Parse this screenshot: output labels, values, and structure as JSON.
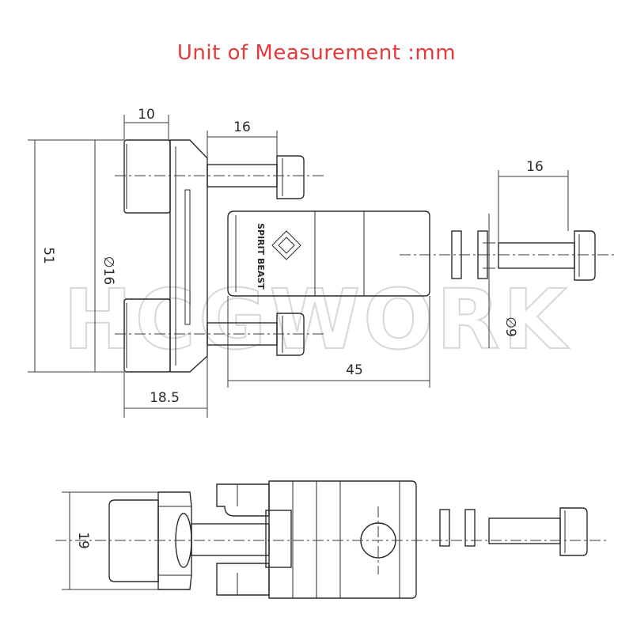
{
  "title": "Unit of Measurement :mm",
  "watermark": "HCGWORK",
  "brand": "SPIRIT BEAST",
  "dimensions": {
    "d10": "10",
    "d16_top": "16",
    "d16_right": "16",
    "d51": "51",
    "d_phi16": "∅16",
    "d45": "45",
    "d18_5": "18.5",
    "d_phi9": "∅9",
    "d19": "19"
  }
}
